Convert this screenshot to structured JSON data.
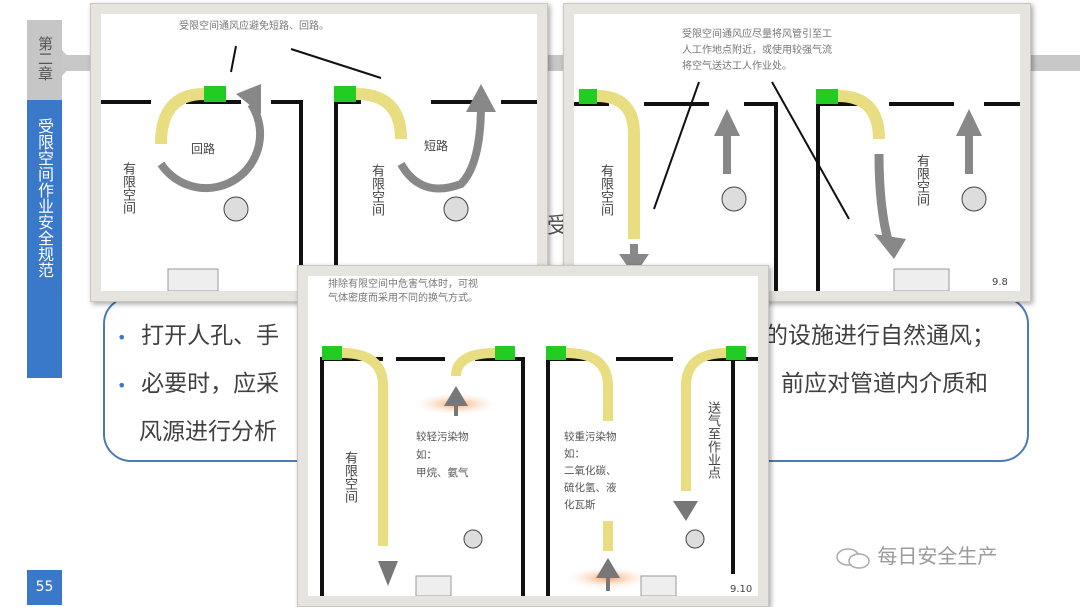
{
  "sidebar": {
    "chapter": "第二章",
    "section_title": "受限空间作业安全规范",
    "page_number": "55"
  },
  "colors": {
    "accent": "#3a78c9",
    "chapter_bg": "#c6c6c6",
    "box_border": "#4a7bb5",
    "fan": "#22cc22",
    "duct": "#f3ea9a"
  },
  "hidden_fragment": "受",
  "textbox": {
    "lines": [
      {
        "bullet": "•",
        "left": "打开人孔、手",
        "right": "的设施进行自然通风；"
      },
      {
        "bullet": "•",
        "left": "必要时，应采",
        "right": "前应对管道内介质和"
      },
      {
        "bullet": "",
        "left": "风源进行分析",
        "right": ""
      }
    ]
  },
  "figure_top_left": {
    "caption": "受限空间通风应避免短路、回路。",
    "label_loop": "回路",
    "label_short": "短路",
    "space_label": "有限空间"
  },
  "figure_top_right": {
    "caption_lines": [
      "受限空间通风应尽量将风管引至工",
      "人工作地点附近，或使用较强气流",
      "将空气送达工人作业处。"
    ],
    "space_label": "有限空间",
    "figure_number": "9.8"
  },
  "figure_bottom": {
    "caption_lines": [
      "排除有限空间中危害气体时，可视",
      "气体密度而采用不同的换气方式。"
    ],
    "space_label": "有限空间",
    "light_lines": [
      "较轻污染物",
      "如：",
      "甲烷、氨气"
    ],
    "heavy_lines": [
      "较重污染物",
      "如：",
      "二氧化碳、",
      "硫化氢、液",
      "化瓦斯"
    ],
    "supply_label": "送气至作业点",
    "figure_number": "9.10"
  },
  "watermark": {
    "icon": "wechat-icon",
    "text": "每日安全生产"
  }
}
